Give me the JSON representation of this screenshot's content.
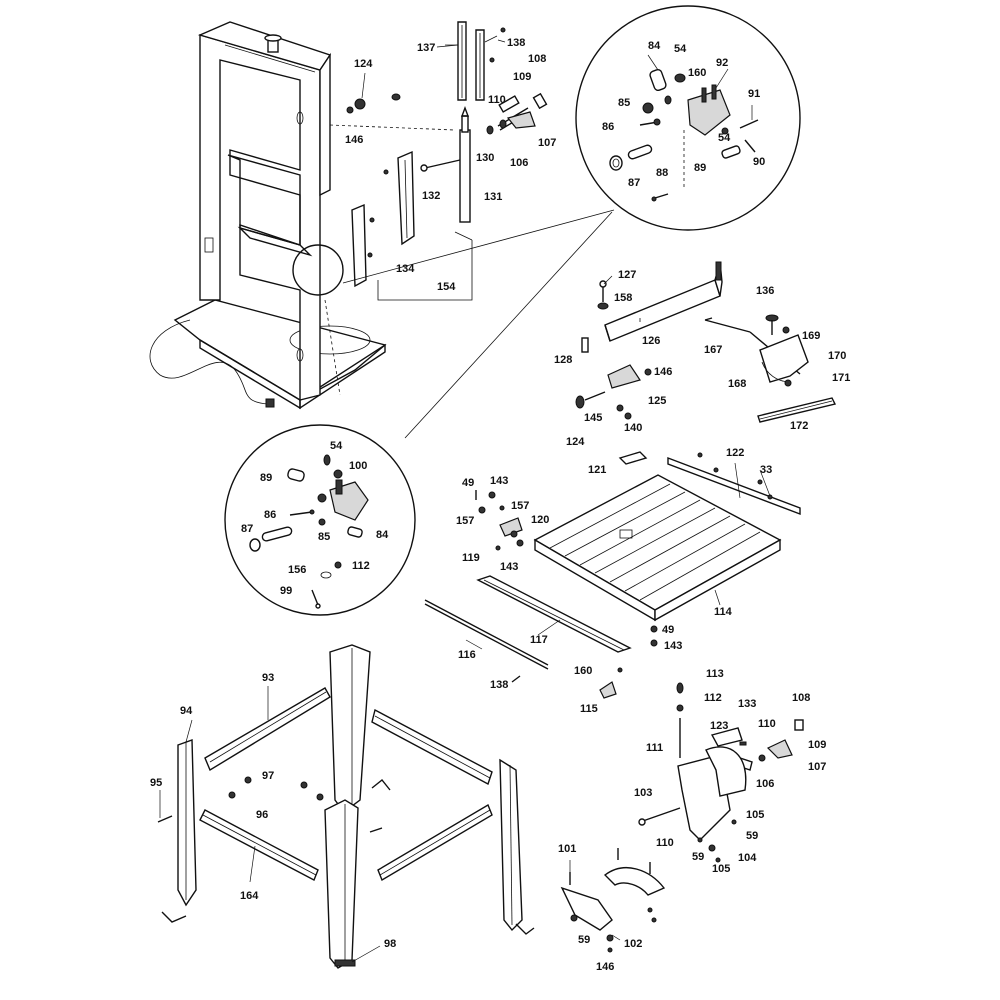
{
  "labels": [
    {
      "id": "137",
      "text": "137"
    },
    {
      "id": "138a",
      "text": "138"
    },
    {
      "id": "108a",
      "text": "108"
    },
    {
      "id": "109a",
      "text": "109"
    },
    {
      "id": "110a",
      "text": "110"
    },
    {
      "id": "107a",
      "text": "107"
    },
    {
      "id": "106a",
      "text": "106"
    },
    {
      "id": "130",
      "text": "130"
    },
    {
      "id": "131",
      "text": "131"
    },
    {
      "id": "132",
      "text": "132"
    },
    {
      "id": "134",
      "text": "134"
    },
    {
      "id": "154",
      "text": "154"
    },
    {
      "id": "124a",
      "text": "124"
    },
    {
      "id": "146a",
      "text": "146"
    },
    {
      "id": "84a",
      "text": "84"
    },
    {
      "id": "54a",
      "text": "54"
    },
    {
      "id": "160a",
      "text": "160"
    },
    {
      "id": "92",
      "text": "92"
    },
    {
      "id": "85a",
      "text": "85"
    },
    {
      "id": "91",
      "text": "91"
    },
    {
      "id": "86a",
      "text": "86"
    },
    {
      "id": "54b",
      "text": "54"
    },
    {
      "id": "89a",
      "text": "89"
    },
    {
      "id": "90",
      "text": "90"
    },
    {
      "id": "87a",
      "text": "87"
    },
    {
      "id": "88",
      "text": "88"
    },
    {
      "id": "127",
      "text": "127"
    },
    {
      "id": "158",
      "text": "158"
    },
    {
      "id": "126",
      "text": "126"
    },
    {
      "id": "128",
      "text": "128"
    },
    {
      "id": "146b",
      "text": "146"
    },
    {
      "id": "125",
      "text": "125"
    },
    {
      "id": "145",
      "text": "145"
    },
    {
      "id": "124b",
      "text": "124"
    },
    {
      "id": "140",
      "text": "140"
    },
    {
      "id": "136",
      "text": "136"
    },
    {
      "id": "169",
      "text": "169"
    },
    {
      "id": "167",
      "text": "167"
    },
    {
      "id": "170",
      "text": "170"
    },
    {
      "id": "168",
      "text": "168"
    },
    {
      "id": "171",
      "text": "171"
    },
    {
      "id": "172",
      "text": "172"
    },
    {
      "id": "54c",
      "text": "54"
    },
    {
      "id": "100",
      "text": "100"
    },
    {
      "id": "89b",
      "text": "89"
    },
    {
      "id": "86b",
      "text": "86"
    },
    {
      "id": "87b",
      "text": "87"
    },
    {
      "id": "85b",
      "text": "85"
    },
    {
      "id": "84b",
      "text": "84"
    },
    {
      "id": "156",
      "text": "156"
    },
    {
      "id": "112a",
      "text": "112"
    },
    {
      "id": "99",
      "text": "99"
    },
    {
      "id": "121",
      "text": "121"
    },
    {
      "id": "122",
      "text": "122"
    },
    {
      "id": "33",
      "text": "33"
    },
    {
      "id": "49a",
      "text": "49"
    },
    {
      "id": "143a",
      "text": "143"
    },
    {
      "id": "157a",
      "text": "157"
    },
    {
      "id": "157b",
      "text": "157"
    },
    {
      "id": "120",
      "text": "120"
    },
    {
      "id": "119",
      "text": "119"
    },
    {
      "id": "143b",
      "text": "143"
    },
    {
      "id": "114",
      "text": "114"
    },
    {
      "id": "49b",
      "text": "49"
    },
    {
      "id": "143c",
      "text": "143"
    },
    {
      "id": "117",
      "text": "117"
    },
    {
      "id": "116",
      "text": "116"
    },
    {
      "id": "138b",
      "text": "138"
    },
    {
      "id": "160b",
      "text": "160"
    },
    {
      "id": "115",
      "text": "115"
    },
    {
      "id": "113",
      "text": "113"
    },
    {
      "id": "112b",
      "text": "112"
    },
    {
      "id": "133",
      "text": "133"
    },
    {
      "id": "108b",
      "text": "108"
    },
    {
      "id": "123",
      "text": "123"
    },
    {
      "id": "110b",
      "text": "110"
    },
    {
      "id": "111",
      "text": "111"
    },
    {
      "id": "109b",
      "text": "109"
    },
    {
      "id": "106b",
      "text": "106"
    },
    {
      "id": "107b",
      "text": "107"
    },
    {
      "id": "103",
      "text": "103"
    },
    {
      "id": "105a",
      "text": "105"
    },
    {
      "id": "59a",
      "text": "59"
    },
    {
      "id": "110c",
      "text": "110"
    },
    {
      "id": "59b",
      "text": "59"
    },
    {
      "id": "104",
      "text": "104"
    },
    {
      "id": "105b",
      "text": "105"
    },
    {
      "id": "101",
      "text": "101"
    },
    {
      "id": "59c",
      "text": "59"
    },
    {
      "id": "102",
      "text": "102"
    },
    {
      "id": "146c",
      "text": "146"
    },
    {
      "id": "93",
      "text": "93"
    },
    {
      "id": "94",
      "text": "94"
    },
    {
      "id": "97",
      "text": "97"
    },
    {
      "id": "95",
      "text": "95"
    },
    {
      "id": "96",
      "text": "96"
    },
    {
      "id": "164",
      "text": "164"
    },
    {
      "id": "98",
      "text": "98"
    }
  ]
}
